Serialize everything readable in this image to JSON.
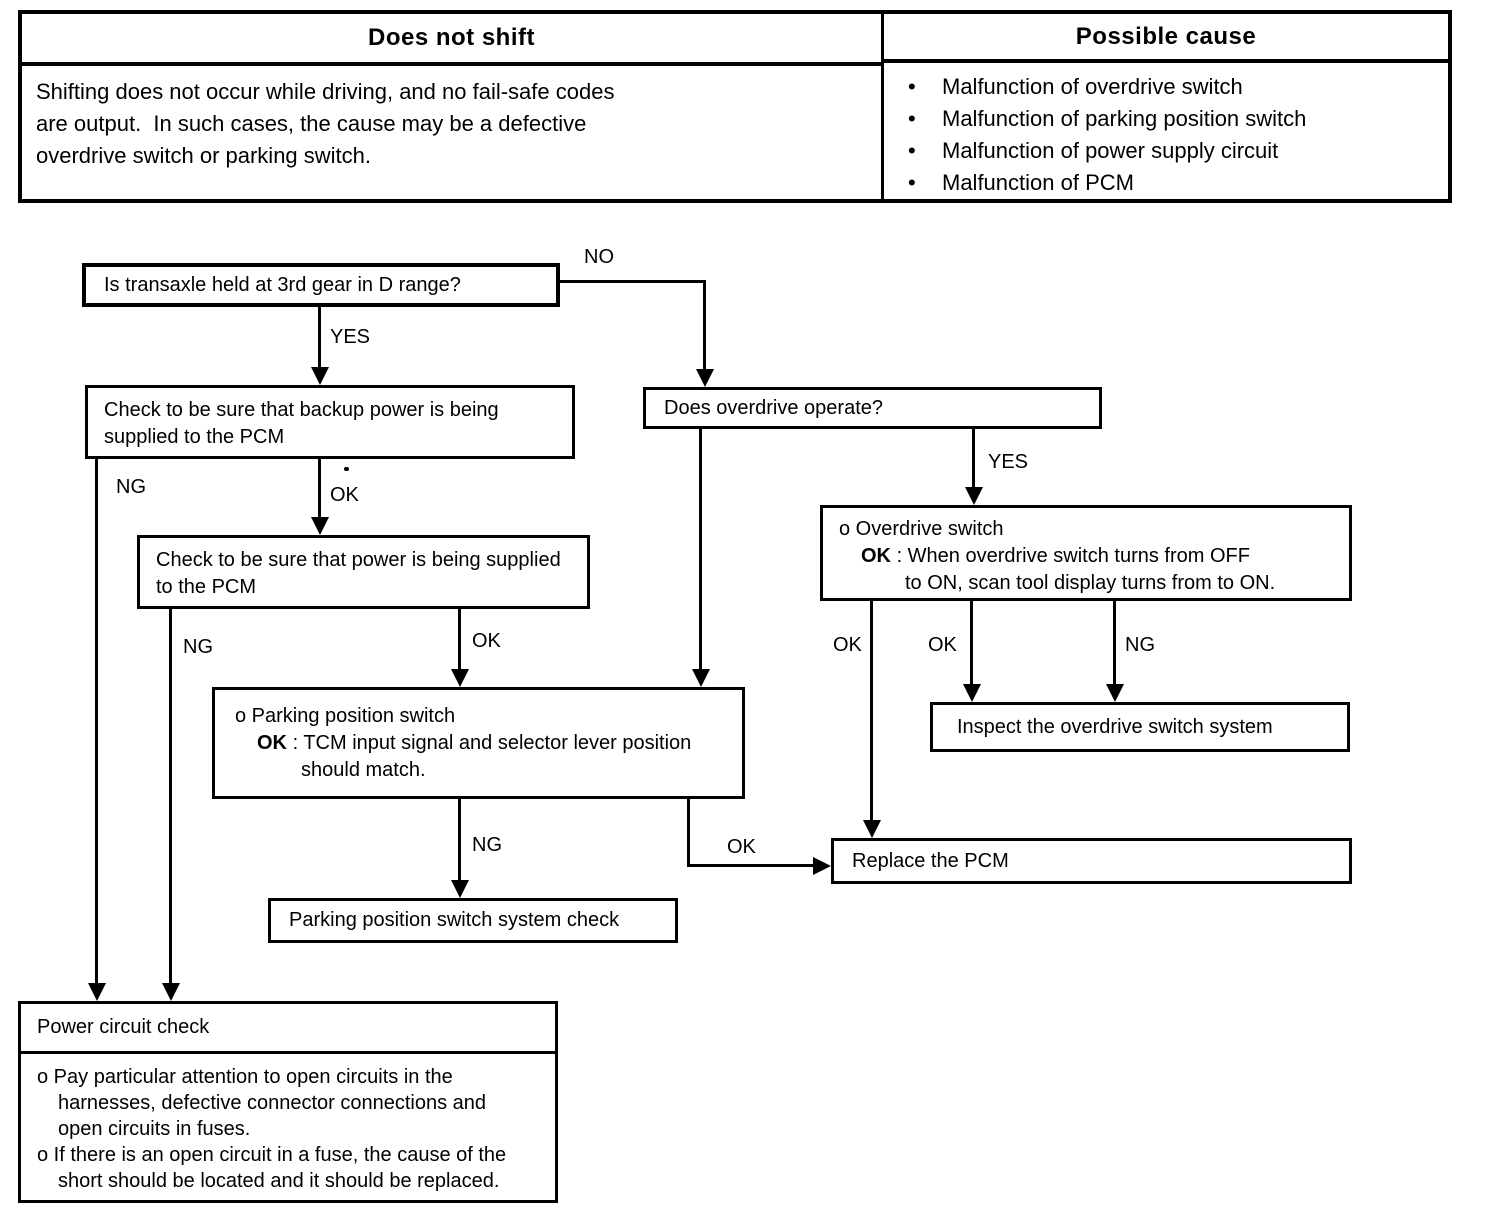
{
  "table": {
    "left": {
      "header": "Does not shift",
      "body": "Shifting does not occur while driving, and no fail-safe codes\nare output.  In such cases, the cause may be a defective\noverdrive switch or parking switch."
    },
    "right": {
      "header": "Possible cause",
      "bullet_glyph": "•",
      "bullets": [
        "Malfunction of overdrive switch",
        "Malfunction of parking position switch",
        "Malfunction of power supply circuit",
        "Malfunction of PCM"
      ]
    }
  },
  "flow": {
    "transaxle_question": "Is transaxle held at 3rd gear in D range?",
    "check_backup_power": "Check to be sure that backup power is being\nsupplied to the PCM",
    "check_power": "Check to be sure that power is being supplied\nto the PCM",
    "parking_switch": {
      "item": "o Parking position switch",
      "ok": "OK",
      "desc": ": TCM input signal and selector lever position",
      "desc2": "should match."
    },
    "parking_switch_check": "Parking position switch system check",
    "overdrive_question": "Does overdrive operate?",
    "overdrive_switch": {
      "item": "o Overdrive switch",
      "ok": "OK",
      "desc": ": When overdrive switch turns from OFF",
      "desc2": "to ON, scan tool display turns from to ON."
    },
    "inspect_overdrive": "Inspect the overdrive switch system",
    "replace_pcm": "Replace the PCM",
    "power_circuit": {
      "header": "Power circuit check",
      "items": [
        "o Pay particular attention to open circuits in the\nharnesses, defective connector connections and\nopen circuits in fuses.",
        "o If there is an open circuit in a fuse, the cause of the\nshort should be located and it should be replaced."
      ]
    },
    "edge_labels": {
      "no": "NO",
      "yes_transaxle": "YES",
      "ng_backup": "NG",
      "ok_backup": "OK",
      "ng_power": "NG",
      "ok_power": "OK",
      "yes_overdrive": "YES",
      "ok_overdrive_left": "OK",
      "ok_overdrive_mid": "OK",
      "ng_overdrive": "NG",
      "ng_parking": "NG",
      "ok_parking": "OK"
    }
  }
}
